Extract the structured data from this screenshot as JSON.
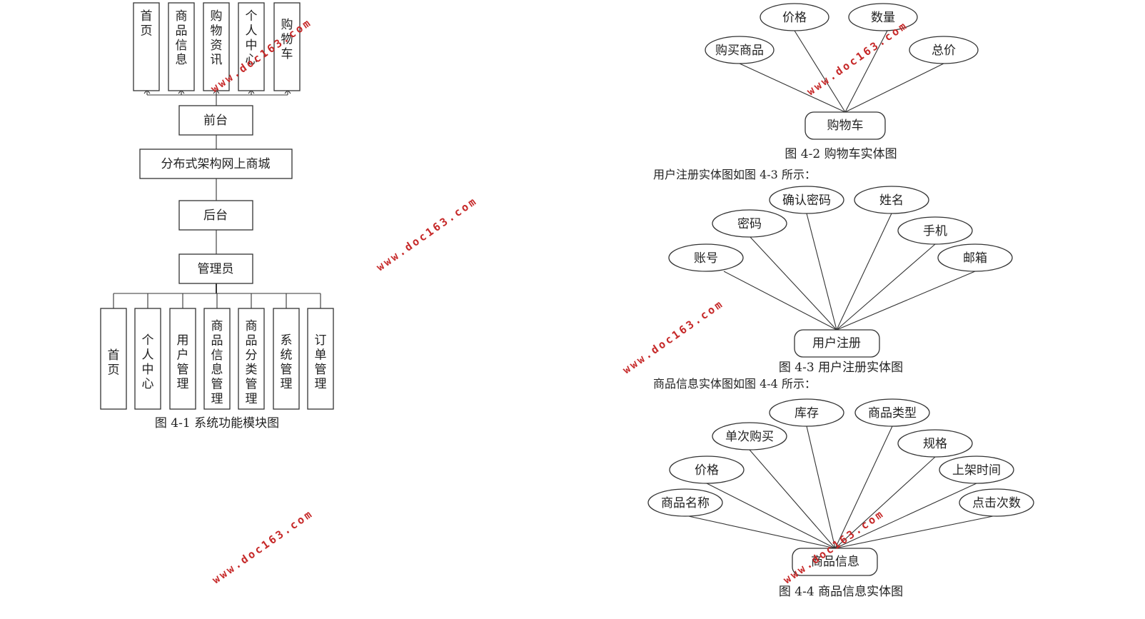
{
  "module_diagram": {
    "top_items": [
      "首页",
      "商品信息",
      "购物资讯",
      "个人中心",
      "购物车"
    ],
    "frontend": "前台",
    "root": "分布式架构网上商城",
    "backend": "后台",
    "admin": "管理员",
    "bottom_items": [
      "首页",
      "个人中心",
      "用户管理",
      "商品信息管理",
      "商品分类管理",
      "系统管理",
      "订单管理"
    ],
    "caption": "图 4-1 系统功能模块图"
  },
  "cart_er": {
    "entity": "购物车",
    "attributes": [
      "购买商品",
      "价格",
      "数量",
      "总价"
    ],
    "caption": "图 4-2 购物车实体图"
  },
  "register_intro": "用户注册实体图如图 4-3 所示：",
  "register_er": {
    "entity": "用户注册",
    "attributes": [
      "账号",
      "密码",
      "确认密码",
      "姓名",
      "手机",
      "邮箱"
    ],
    "caption": "图 4-3 用户注册实体图"
  },
  "product_intro": "商品信息实体图如图 4-4 所示：",
  "product_er": {
    "entity": "商品信息",
    "attributes": [
      "商品名称",
      "价格",
      "单次购买",
      "库存",
      "商品类型",
      "规格",
      "上架时间",
      "点击次数"
    ],
    "caption": "图 4-4 商品信息实体图"
  },
  "watermark": "www.doc163.com",
  "colors": {
    "watermark": "#c62828",
    "line": "#333333"
  }
}
